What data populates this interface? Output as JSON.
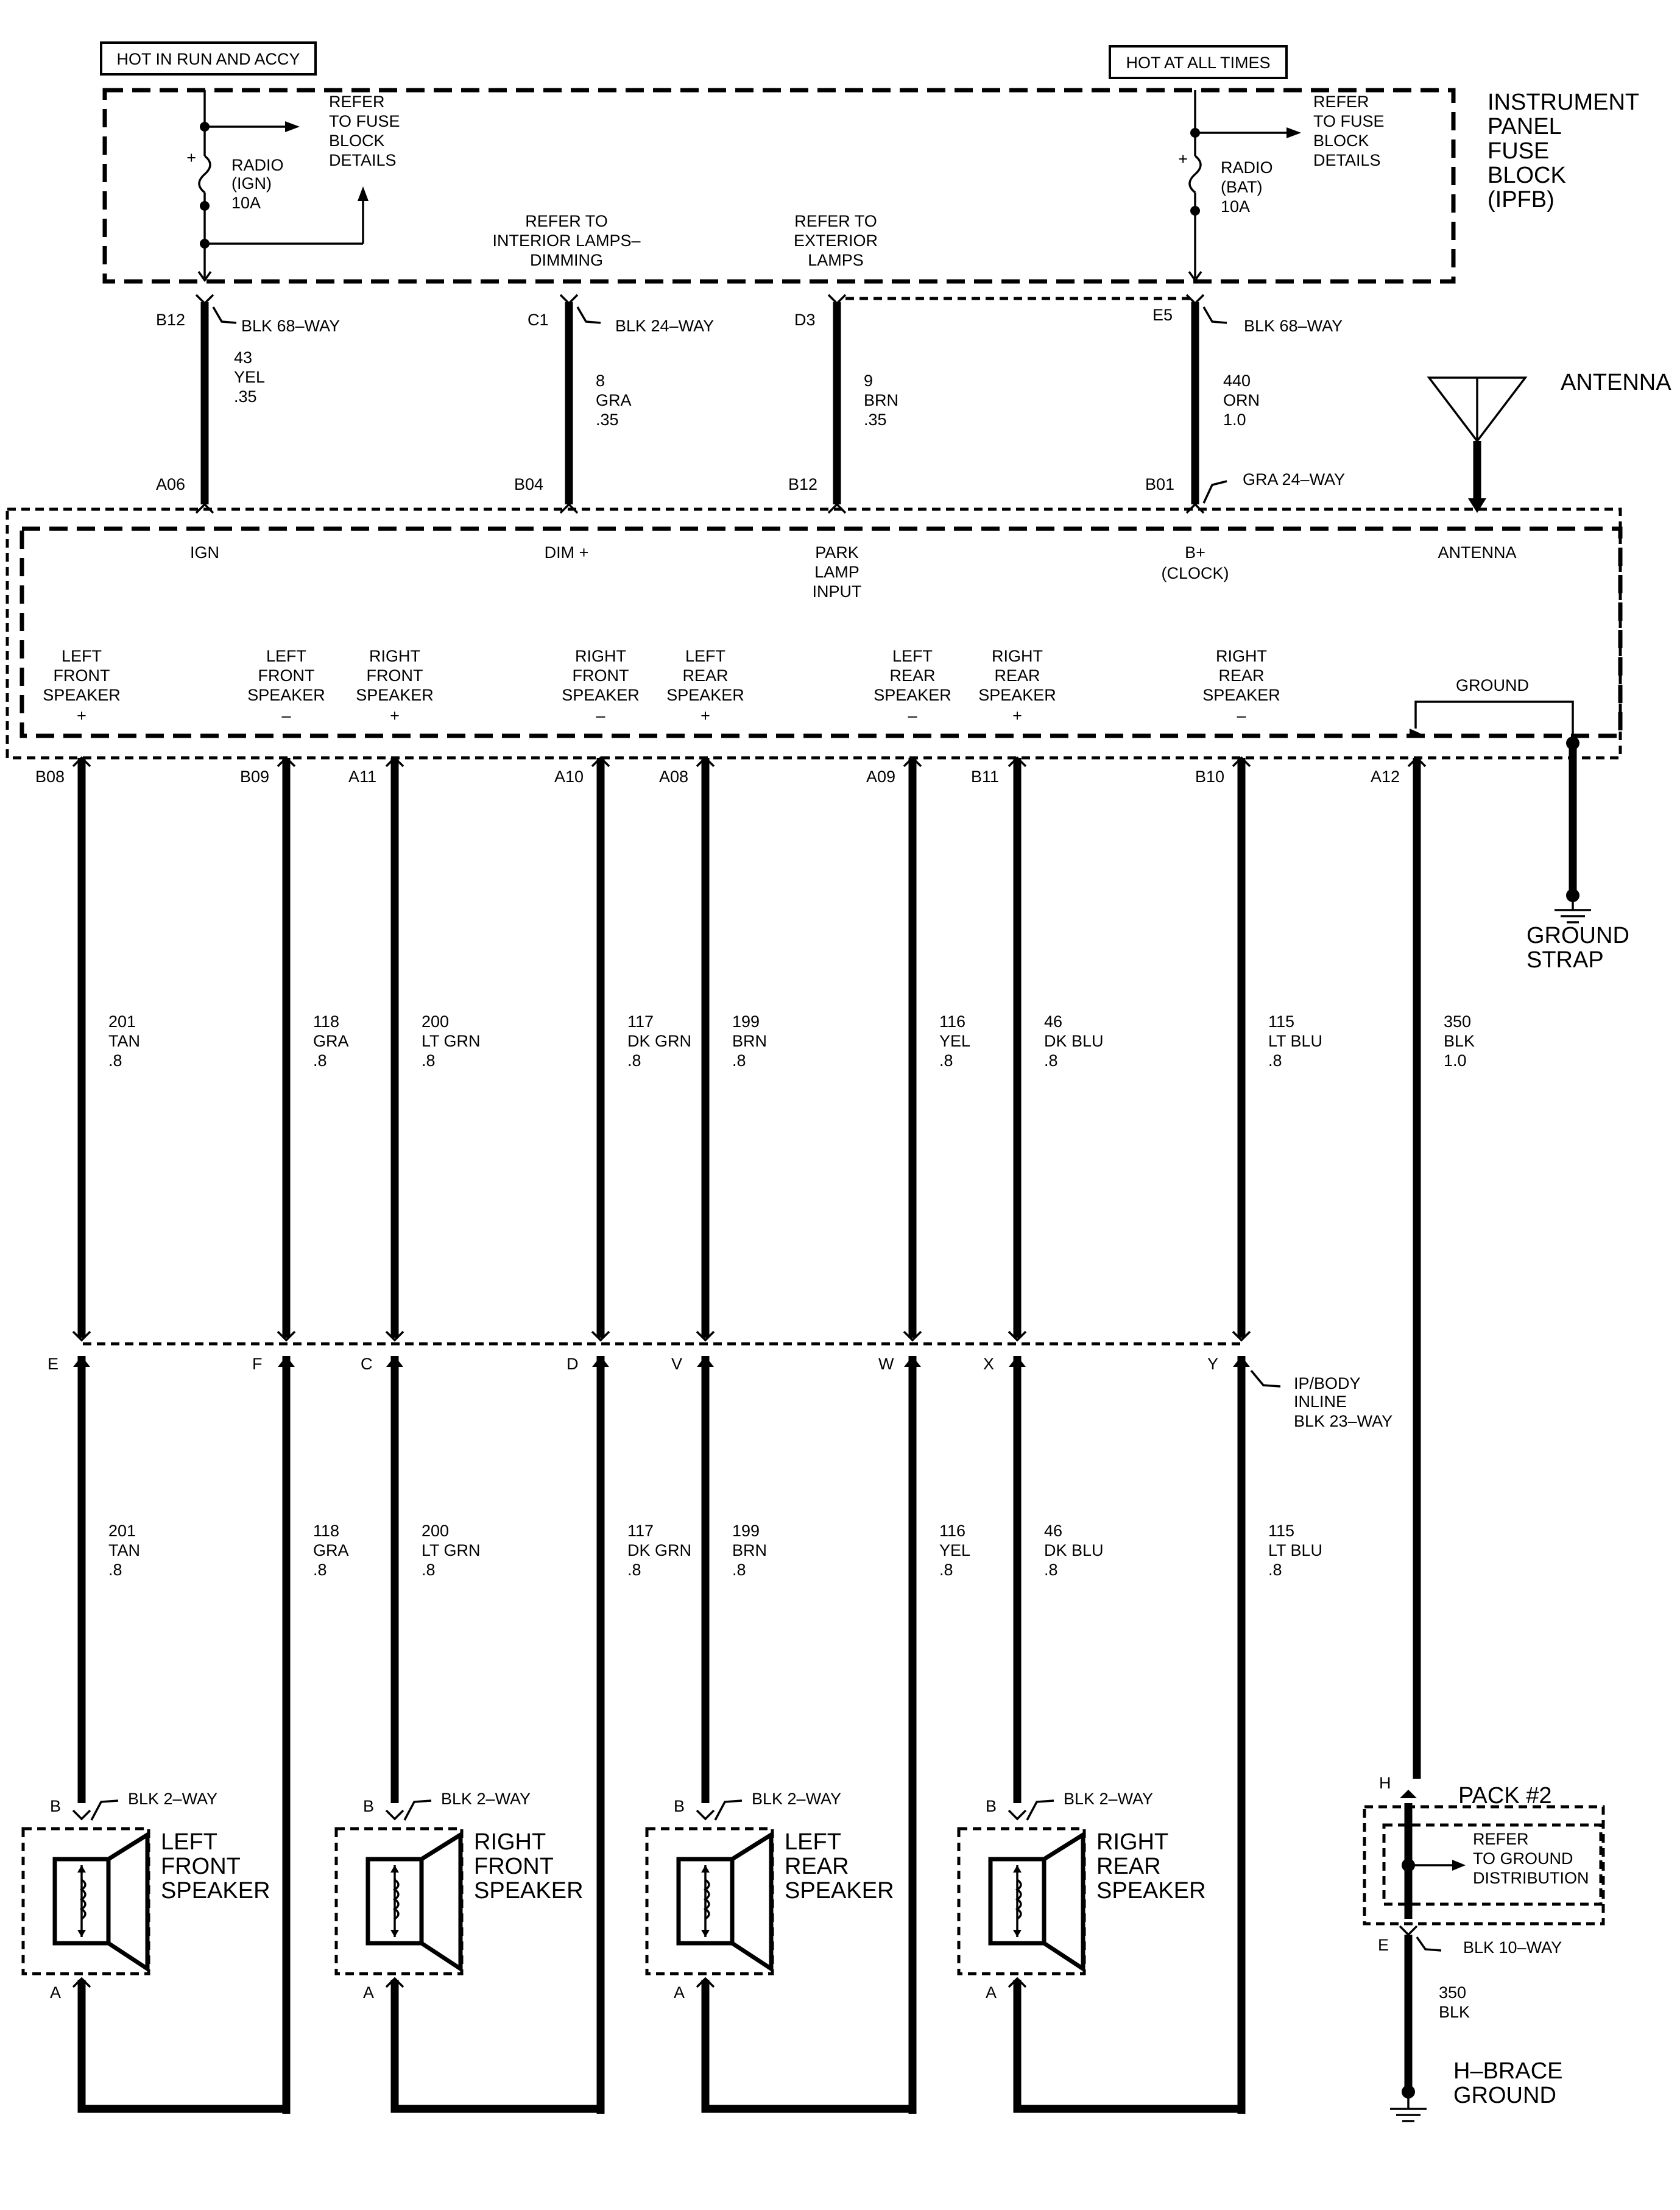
{
  "labels": {
    "hot_run_accy": "HOT IN RUN AND ACCY",
    "hot_all_times": "HOT AT ALL TIMES",
    "ipfb_line1": "INSTRUMENT",
    "ipfb_line2": "PANEL",
    "ipfb_line3": "FUSE",
    "ipfb_line4": "BLOCK",
    "ipfb_line5": "(IPFB)",
    "antenna": "ANTENNA",
    "ground_strap_1": "GROUND",
    "ground_strap_2": "STRAP",
    "h_brace_1": "H–BRACE",
    "h_brace_2": "GROUND",
    "pack": "PACK #2",
    "inline_1": "IP/BODY",
    "inline_2": "INLINE",
    "inline_3": "BLK 23–WAY"
  },
  "fuses": [
    {
      "refer": [
        "REFER",
        "TO FUSE",
        "BLOCK",
        "DETAILS"
      ],
      "name": [
        "RADIO",
        "(IGN)",
        "10A"
      ]
    },
    {
      "refer": [
        "REFER",
        "TO FUSE",
        "BLOCK",
        "DETAILS"
      ],
      "name": [
        "RADIO",
        "(BAT)",
        "10A"
      ]
    }
  ],
  "refer_notes": [
    [
      "REFER TO",
      "INTERIOR LAMPS–",
      "DIMMING"
    ],
    [
      "REFER TO",
      "EXTERIOR",
      "LAMPS"
    ]
  ],
  "top_wires": [
    {
      "top_pin": "B12",
      "top_conn": "BLK 68–WAY",
      "circuit": [
        "43",
        "YEL",
        ".35"
      ],
      "bottom_pin": "A06",
      "bottom_conn": "",
      "radio_label": [
        "IGN"
      ]
    },
    {
      "top_pin": "C1",
      "top_conn": "BLK 24–WAY",
      "circuit": [
        "8",
        "GRA",
        ".35"
      ],
      "bottom_pin": "B04",
      "bottom_conn": "",
      "radio_label": [
        "DIM +"
      ]
    },
    {
      "top_pin": "D3",
      "top_conn": "",
      "circuit": [
        "9",
        "BRN",
        ".35"
      ],
      "bottom_pin": "B12",
      "bottom_conn": "",
      "radio_label": [
        "PARK",
        "LAMP",
        "INPUT"
      ]
    },
    {
      "top_pin": "E5",
      "top_conn": "BLK 68–WAY",
      "circuit": [
        "440",
        "ORN",
        "1.0"
      ],
      "bottom_pin": "B01",
      "bottom_conn": "GRA 24–WAY",
      "radio_label": [
        "B+",
        "(CLOCK)"
      ]
    }
  ],
  "radio_antenna_label": "ANTENNA",
  "radio_ground_label": "GROUND",
  "speaker_wires": [
    {
      "label": [
        "LEFT",
        "FRONT",
        "SPEAKER",
        "+"
      ],
      "radio_pin": "B08",
      "circuit": [
        "201",
        "TAN",
        ".8"
      ],
      "inline_pin": "E"
    },
    {
      "label": [
        "LEFT",
        "FRONT",
        "SPEAKER",
        "–"
      ],
      "radio_pin": "B09",
      "circuit": [
        "118",
        "GRA",
        ".8"
      ],
      "inline_pin": "F"
    },
    {
      "label": [
        "RIGHT",
        "FRONT",
        "SPEAKER",
        "+"
      ],
      "radio_pin": "A11",
      "circuit": [
        "200",
        "LT GRN",
        ".8"
      ],
      "inline_pin": "C"
    },
    {
      "label": [
        "RIGHT",
        "FRONT",
        "SPEAKER",
        "–"
      ],
      "radio_pin": "A10",
      "circuit": [
        "117",
        "DK GRN",
        ".8"
      ],
      "inline_pin": "D"
    },
    {
      "label": [
        "LEFT",
        "REAR",
        "SPEAKER",
        "+"
      ],
      "radio_pin": "A08",
      "circuit": [
        "199",
        "BRN",
        ".8"
      ],
      "inline_pin": "V"
    },
    {
      "label": [
        "LEFT",
        "REAR",
        "SPEAKER",
        "–"
      ],
      "radio_pin": "A09",
      "circuit": [
        "116",
        "YEL",
        ".8"
      ],
      "inline_pin": "W"
    },
    {
      "label": [
        "RIGHT",
        "REAR",
        "SPEAKER",
        "+"
      ],
      "radio_pin": "B11",
      "circuit": [
        "46",
        "DK BLU",
        ".8"
      ],
      "inline_pin": "X"
    },
    {
      "label": [
        "RIGHT",
        "REAR",
        "SPEAKER",
        "–"
      ],
      "radio_pin": "B10",
      "circuit": [
        "115",
        "LT BLU",
        ".8"
      ],
      "inline_pin": "Y"
    },
    {
      "label": [],
      "radio_pin": "A12",
      "circuit": [
        "350",
        "BLK",
        "1.0"
      ],
      "inline_pin": ""
    }
  ],
  "speakers": [
    {
      "name": [
        "LEFT",
        "FRONT",
        "SPEAKER"
      ],
      "pin_b": "B",
      "pin_a": "A",
      "conn": "BLK 2–WAY"
    },
    {
      "name": [
        "RIGHT",
        "FRONT",
        "SPEAKER"
      ],
      "pin_b": "B",
      "pin_a": "A",
      "conn": "BLK 2–WAY"
    },
    {
      "name": [
        "LEFT",
        "REAR",
        "SPEAKER"
      ],
      "pin_b": "B",
      "pin_a": "A",
      "conn": "BLK 2–WAY"
    },
    {
      "name": [
        "RIGHT",
        "REAR",
        "SPEAKER"
      ],
      "pin_b": "B",
      "pin_a": "A",
      "conn": "BLK 2–WAY"
    }
  ],
  "pack": {
    "top_pin": "H",
    "bottom_pin": "E",
    "conn": "BLK 10–WAY",
    "refer": [
      "REFER",
      "TO GROUND",
      "DISTRIBUTION"
    ],
    "bottom_circuit": [
      "350",
      "BLK"
    ]
  }
}
